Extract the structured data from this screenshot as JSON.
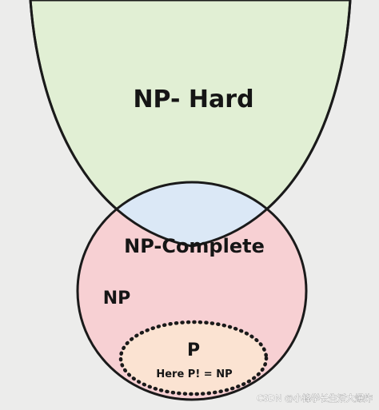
{
  "diagram": {
    "np_hard_label": "NP- Hard",
    "np_complete_label": "NP-Complete",
    "np_label": "NP",
    "p_label": "P",
    "p_note": "Here P! = NP"
  },
  "watermark": "CSDN @小锋学长生活大爆炸",
  "colors": {
    "background": "#ececeb",
    "np_hard_fill": "#e1efd4",
    "np_fill": "#f7d0d3",
    "np_complete_fill": "#dbe8f6",
    "p_fill": "#fbe3d2",
    "stroke": "#1a1a1a"
  }
}
